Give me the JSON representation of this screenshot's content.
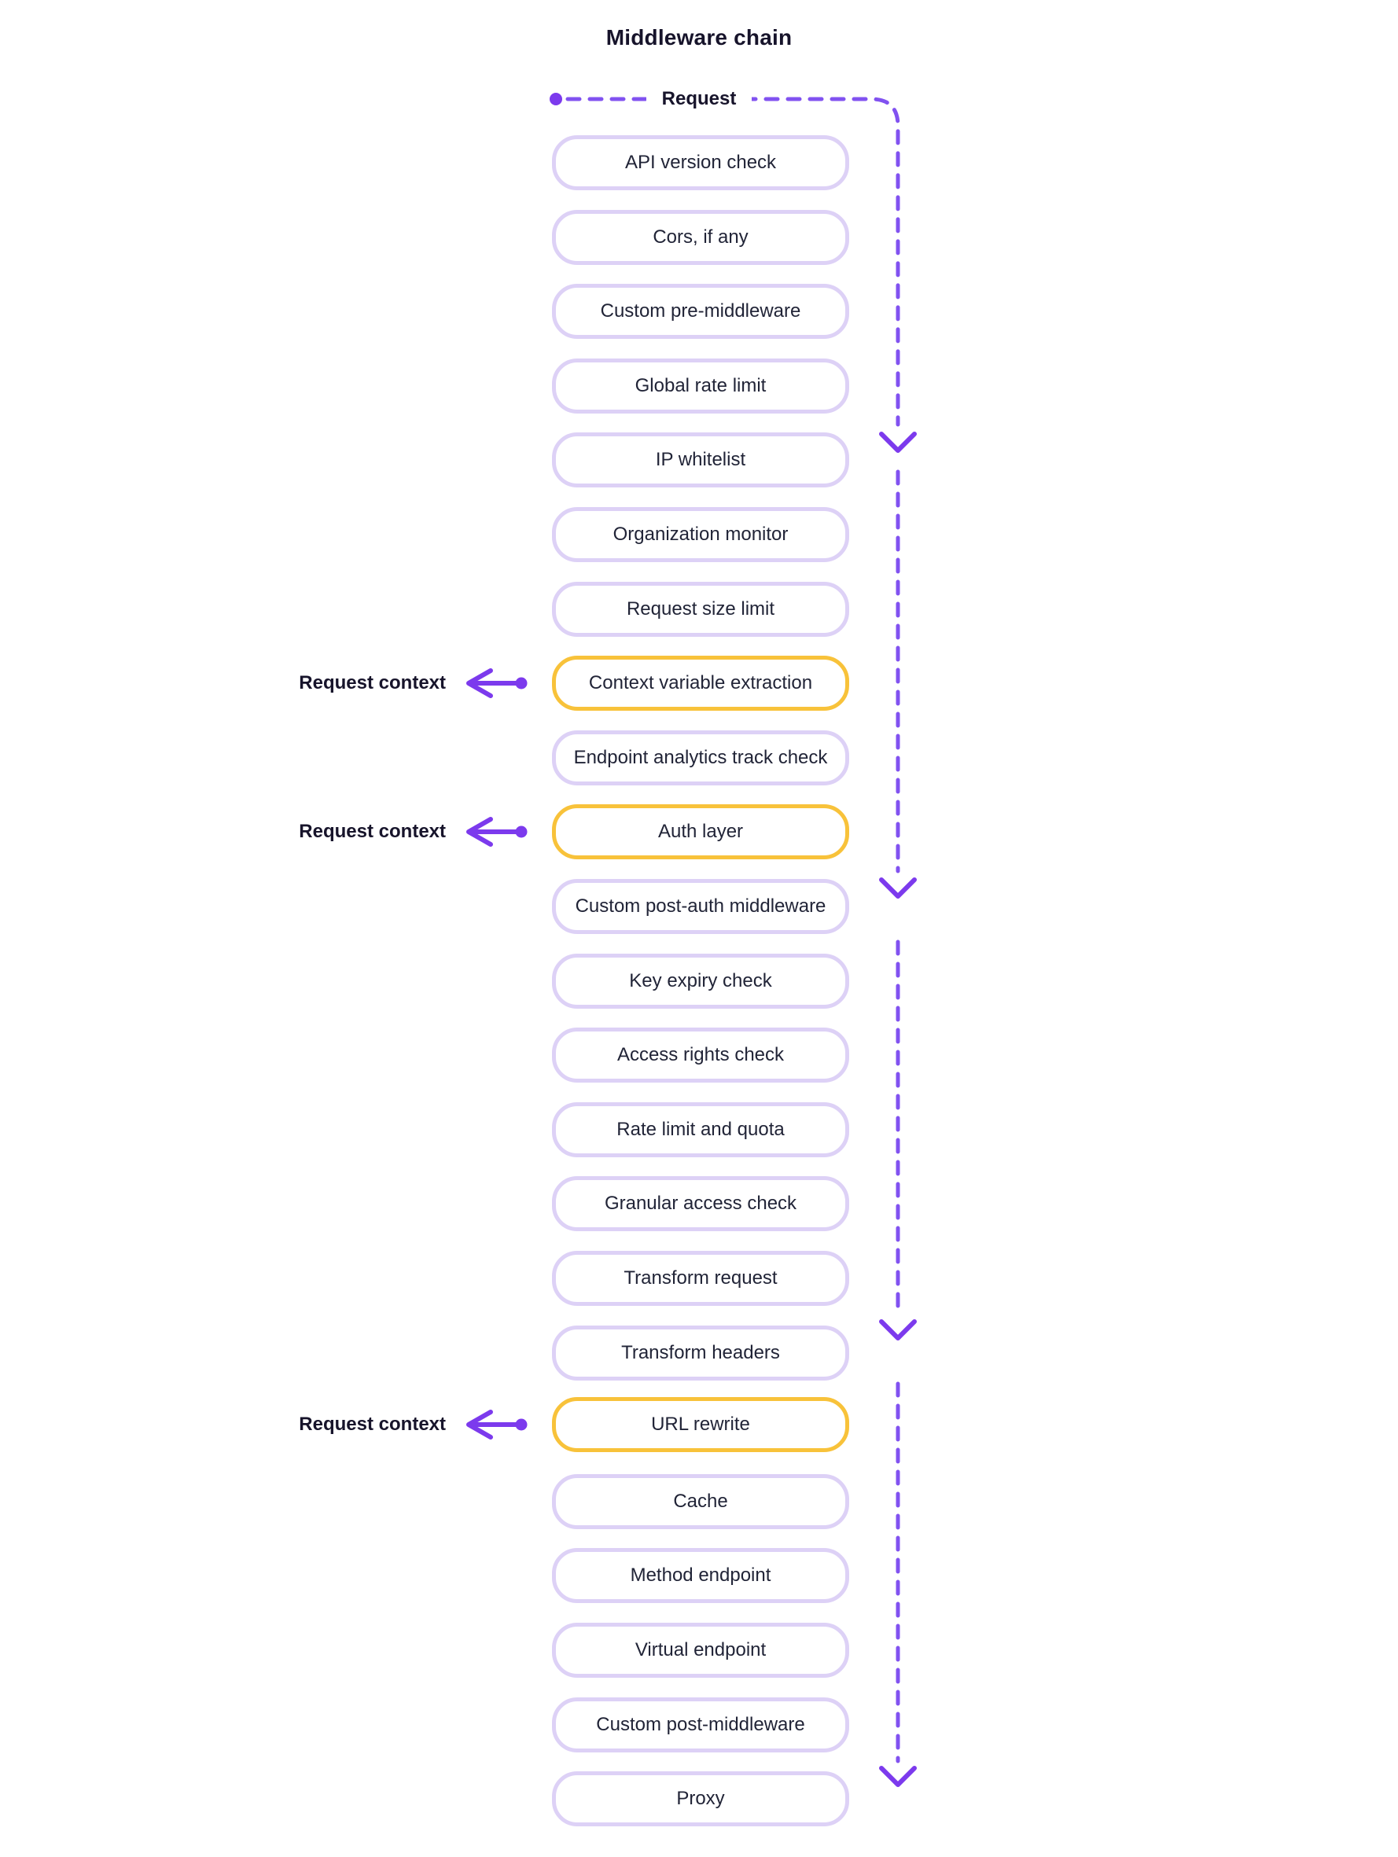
{
  "title": "Middleware chain",
  "flow": {
    "entry_label": "Request",
    "direction": "top-to-bottom",
    "down_arrow_count": 4
  },
  "colors": {
    "dash_purple": "#8152f0",
    "accent_purple": "#7c3aed",
    "step_border": "#ddd1f6",
    "highlight_border": "#f8c23a",
    "text_dark": "#212437",
    "title_dark": "#17142b",
    "background": "#ffffff"
  },
  "icons": {
    "down_arrow": "chevron-down",
    "left_arrow": "chevron-left",
    "flow_dot": "filled-circle"
  },
  "annotations": [
    {
      "label": "Request context",
      "target": "Context variable extraction"
    },
    {
      "label": "Request context",
      "target": "Auth layer"
    },
    {
      "label": "Request context",
      "target": "URL rewrite"
    }
  ],
  "middleware": {
    "steps": [
      {
        "label": "API version check",
        "highlighted": false
      },
      {
        "label": "Cors, if any",
        "highlighted": false
      },
      {
        "label": "Custom pre-middleware",
        "highlighted": false
      },
      {
        "label": "Global rate limit",
        "highlighted": false
      },
      {
        "label": "IP whitelist",
        "highlighted": false
      },
      {
        "label": "Organization monitor",
        "highlighted": false
      },
      {
        "label": "Request size limit",
        "highlighted": false
      },
      {
        "label": "Context variable extraction",
        "highlighted": true
      },
      {
        "label": "Endpoint analytics track check",
        "highlighted": false
      },
      {
        "label": "Auth layer",
        "highlighted": true
      },
      {
        "label": "Custom post-auth middleware",
        "highlighted": false
      },
      {
        "label": "Key expiry check",
        "highlighted": false
      },
      {
        "label": "Access rights check",
        "highlighted": false
      },
      {
        "label": "Rate limit and quota",
        "highlighted": false
      },
      {
        "label": "Granular access check",
        "highlighted": false
      },
      {
        "label": "Transform request",
        "highlighted": false
      },
      {
        "label": "Transform headers",
        "highlighted": false
      },
      {
        "label": "URL rewrite",
        "highlighted": true
      },
      {
        "label": "Cache",
        "highlighted": false
      },
      {
        "label": "Method endpoint",
        "highlighted": false
      },
      {
        "label": "Virtual endpoint",
        "highlighted": false
      },
      {
        "label": "Custom post-middleware",
        "highlighted": false
      },
      {
        "label": "Proxy",
        "highlighted": false
      }
    ]
  }
}
